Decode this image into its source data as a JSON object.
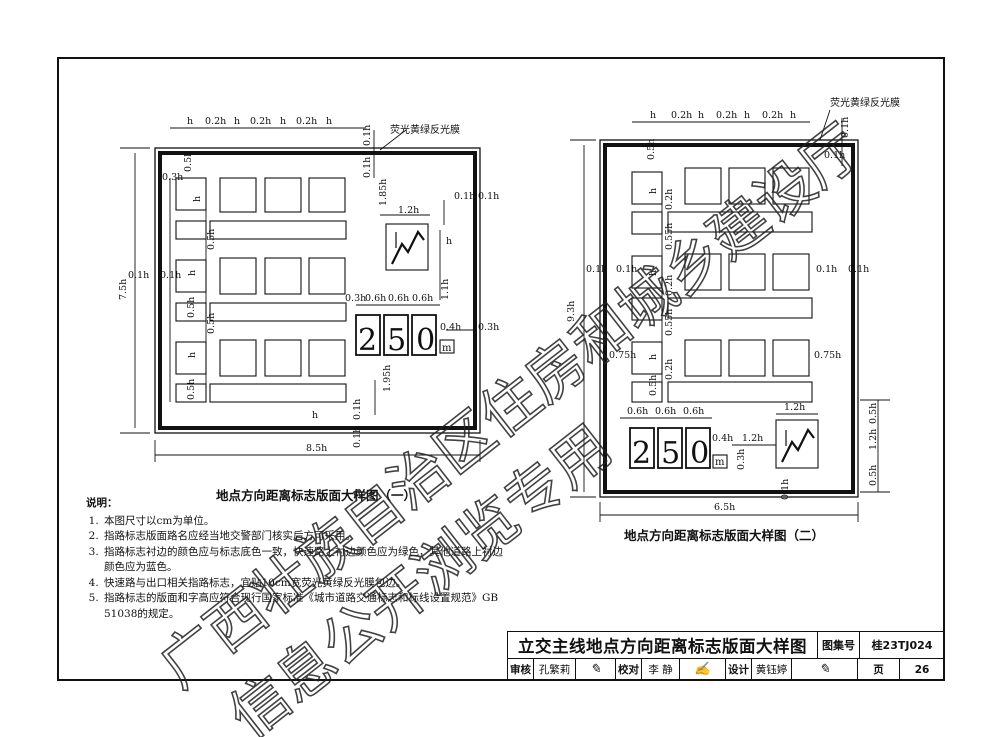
{
  "diagram1": {
    "caption": "地点方向距离标志版面大样图（一）",
    "film_label": "荧光黄绿反光膜",
    "dims": {
      "h": "h",
      "h02": "0.2h",
      "h01": "0.1h",
      "h03": "0.3h",
      "h05": "0.5h",
      "h185": "1.85h",
      "h12": "1.2h",
      "h06": "0.6h",
      "h04": "0.4h",
      "h11": "1.1h",
      "h195": "1.95h",
      "width": "8.5h",
      "height": "7.5h"
    },
    "number": "250",
    "unit": "m"
  },
  "diagram2": {
    "caption": "地点方向距离标志版面大样图（二）",
    "film_label": "荧光黄绿反光膜",
    "dims": {
      "h": "h",
      "h02": "0.2h",
      "h01": "0.1h",
      "h05": "0.5h",
      "h055": "0.55h",
      "h075": "0.75h",
      "h12": "1.2h",
      "h06": "0.6h",
      "h04": "0.4h",
      "h03": "0.3h",
      "width": "6.5h",
      "height": "9.3h"
    },
    "number": "250",
    "unit": "m"
  },
  "notes": {
    "title": "说明：",
    "items": [
      "本图尺寸以cm为单位。",
      "指路标志版面路名应经当地交警部门核实后方可采用。",
      "指路标志衬边的颜色应与标志底色一致，快速路上衬边颜色应为绿色，其他道路上衬边颜色应为蓝色。",
      "快速路与出口相关指路标志，宜贴10cm宽荧光黄绿反光膜包边。",
      "指路标志的版面和字高应符合现行国家标准《城市道路交通标志和标线设置规范》GB 51038的规定。"
    ]
  },
  "titleblock": {
    "title": "立交主线地点方向距离标志版面大样图",
    "atlas_label": "图集号",
    "atlas_no": "桂23TJ024",
    "review_label": "审核",
    "review_name": "孔繁莉",
    "check_label": "校对",
    "check_name": "李 静",
    "design_label": "设计",
    "design_name": "黄钰婷",
    "page_label": "页",
    "page_no": "26"
  },
  "watermark": {
    "line1": "广西壮族自治区住房和城乡建设厅",
    "line2": "信息公开浏览专用"
  }
}
